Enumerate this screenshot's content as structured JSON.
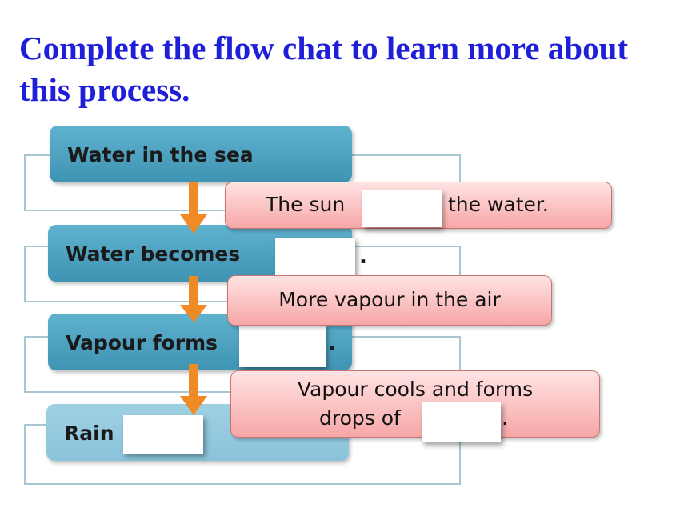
{
  "title": "Complete the flow chat to learn more about this process.",
  "steps": [
    {
      "label": "Water in the sea"
    },
    {
      "label": "Water becomes"
    },
    {
      "label": "Vapour forms"
    },
    {
      "label": "Rain"
    }
  ],
  "callouts": [
    {
      "before": "The sun",
      "after": "the water."
    },
    {
      "text": "More vapour in the air"
    },
    {
      "line1": "Vapour cools and forms",
      "line2_before": "drops of",
      "line2_after": "."
    }
  ],
  "colors": {
    "title": "#1f1fd9",
    "step_fill": "#4fa3c3",
    "callout_fill": "#f8b4b4",
    "arrow": "#f08a24"
  }
}
